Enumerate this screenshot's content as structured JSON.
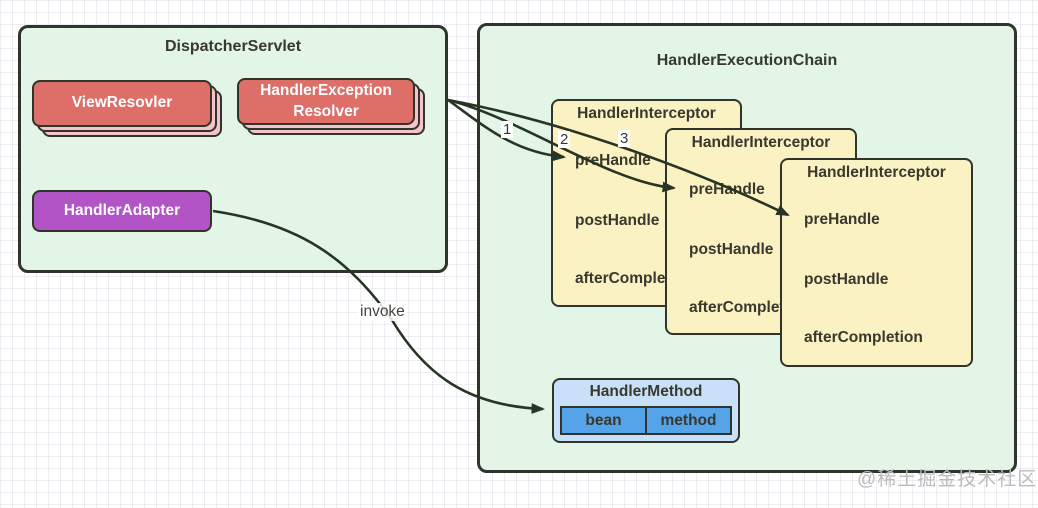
{
  "colors": {
    "box_green": "#e2f5e7",
    "yellow": "#faf2c2",
    "red": "#de6f68",
    "pink_layer": "#f5c3cb",
    "purple": "#b253c6",
    "blue_light": "#c8e1f8",
    "blue_cell": "#55a4e9",
    "border_dark": "#30352c",
    "arrow": "#293524",
    "text_dark": "#38382e",
    "watermark_color": "#bcbcbc"
  },
  "dispatcher": {
    "title": "DispatcherServlet",
    "view_resolver": "ViewResovler",
    "exception_resolver": "HandlerException Resolver",
    "adapter": "HandlerAdapter"
  },
  "chain": {
    "title": "HandlerExecutionChain",
    "interceptors": [
      {
        "title": "HandlerInterceptor",
        "methods": [
          "preHandle",
          "postHandle",
          "afterCompletion"
        ]
      },
      {
        "title": "HandlerInterceptor",
        "methods": [
          "preHandle",
          "postHandle",
          "afterCompletion"
        ]
      },
      {
        "title": "HandlerInterceptor",
        "methods": [
          "preHandle",
          "postHandle",
          "afterCompletion"
        ]
      }
    ],
    "handler_method": {
      "title": "HandlerMethod",
      "cells": [
        "bean",
        "method"
      ]
    }
  },
  "arrows": {
    "sequence_labels": [
      "1",
      "2",
      "3"
    ],
    "invoke_label": "invoke"
  },
  "watermark": "@稀土掘金技术社区"
}
